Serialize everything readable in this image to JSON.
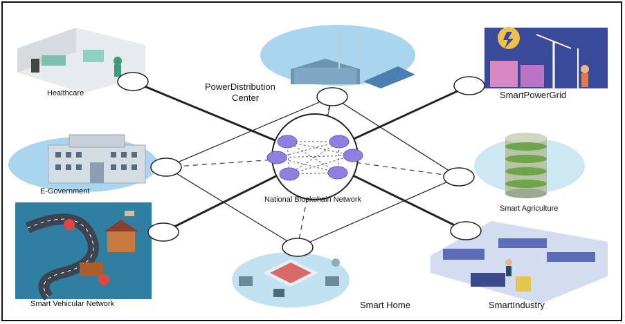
{
  "labels": {
    "healthcare": "Healthcare",
    "power_distribution_line1": "PowerDistribution",
    "power_distribution_line2": "Center",
    "smart_power_grid": "SmartPowerGrid",
    "egovernment": "E-Government",
    "smart_agriculture": "Smart Agriculture",
    "national_blockchain": "National Blockchain Network",
    "smart_vehicular": "Smart Vehicular Network",
    "smart_home": "Smart Home",
    "smart_industry": "SmartIndustry"
  },
  "colors": {
    "node_fill": "#8f7fe0",
    "hub_fill": "#ffffff",
    "line": "#222222",
    "ellipse_blue": "#a9d6ee"
  }
}
